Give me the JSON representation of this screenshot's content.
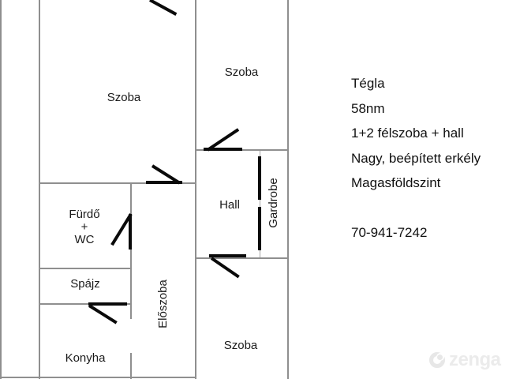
{
  "floor_plan": {
    "rooms": {
      "szoba_left": "Szoba",
      "szoba_top_right": "Szoba",
      "szoba_bottom_right": "Szoba",
      "hall": "Hall",
      "gardrobe": "Gardrobe",
      "eloszoba": "Előszoba",
      "furdo_wc_line1": "Fürdő",
      "furdo_wc_line2": "+",
      "furdo_wc_line3": "WC",
      "spajz": "Spájz",
      "konyha": "Konyha"
    }
  },
  "listing_details": {
    "lines": [
      "Tégla",
      "58nm",
      "1+2 félszoba + hall",
      "Nagy, beépített erkély",
      "Magasföldszint"
    ],
    "phone": "70-941-7242"
  },
  "watermark": {
    "brand": "zenga"
  },
  "colors": {
    "background": "#ffffff",
    "wall": "#8f8f8f",
    "door": "#0a0a0a",
    "text": "#1a1a1a",
    "watermark": "#ebebeb"
  }
}
